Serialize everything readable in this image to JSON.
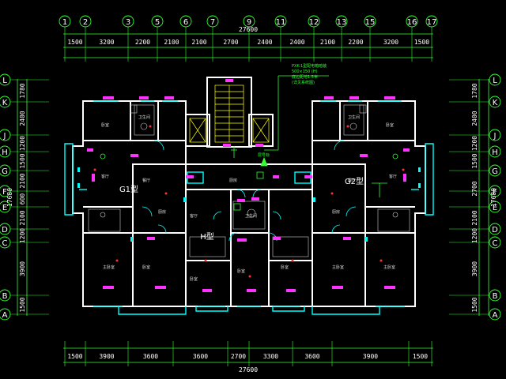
{
  "top_axes": [
    "1",
    "2",
    "3",
    "5",
    "6",
    "7",
    "9",
    "11",
    "12",
    "13",
    "15",
    "16",
    "17"
  ],
  "top_total": "27600",
  "top_dims": [
    "1500",
    "3200",
    "2200",
    "2100",
    "2100",
    "2700",
    "2400",
    "2400",
    "2100",
    "2200",
    "3200",
    "1500"
  ],
  "bottom_total": "27600",
  "bottom_dims": [
    "1500",
    "3900",
    "3600",
    "3600",
    "2700",
    "3300",
    "3600",
    "3900",
    "1500"
  ],
  "left_axes": [
    "L",
    "K",
    "J",
    "H",
    "G",
    "F",
    "E",
    "D",
    "C",
    "B",
    "A"
  ],
  "right_axes": [
    "L",
    "K",
    "J",
    "H",
    "G",
    "F",
    "E",
    "D",
    "C",
    "B",
    "A"
  ],
  "left_dims": [
    "1780",
    "2400",
    "1200",
    "1500",
    "2100",
    "600",
    "2100",
    "1200",
    "3900",
    "1500"
  ],
  "left_total": "17680",
  "right_dims": [
    "1780",
    "2400",
    "1200",
    "1500",
    "2700",
    "2100",
    "1200",
    "3900",
    "1500"
  ],
  "right_total": "17680",
  "units": {
    "g1": "G1型",
    "h": "H型",
    "g2": "G2型"
  },
  "rooms": [
    "卧室",
    "卧室",
    "客厅",
    "餐厅",
    "主卧室",
    "客厅",
    "主卧室",
    "卧室",
    "卧室",
    "客厅",
    "餐厅",
    "主卧室",
    "厨房",
    "厨房",
    "厨房",
    "卫生间",
    "卫生间",
    "卫生间",
    "卧室",
    "卧室"
  ],
  "notes": {
    "line1": "PXK-1型配电箱暗装",
    "line2": "500×150 (H)",
    "line3": "底边距地1.5米",
    "line4": "(详见系统图)",
    "line5": "层号标"
  },
  "colors": {
    "background": "#000000",
    "dimension": "#33ff33",
    "wall": "#ffffff",
    "window": "#00ffff",
    "stair": "#ffff00",
    "tag": "#ff33ff",
    "fixture": "#ff3333"
  }
}
